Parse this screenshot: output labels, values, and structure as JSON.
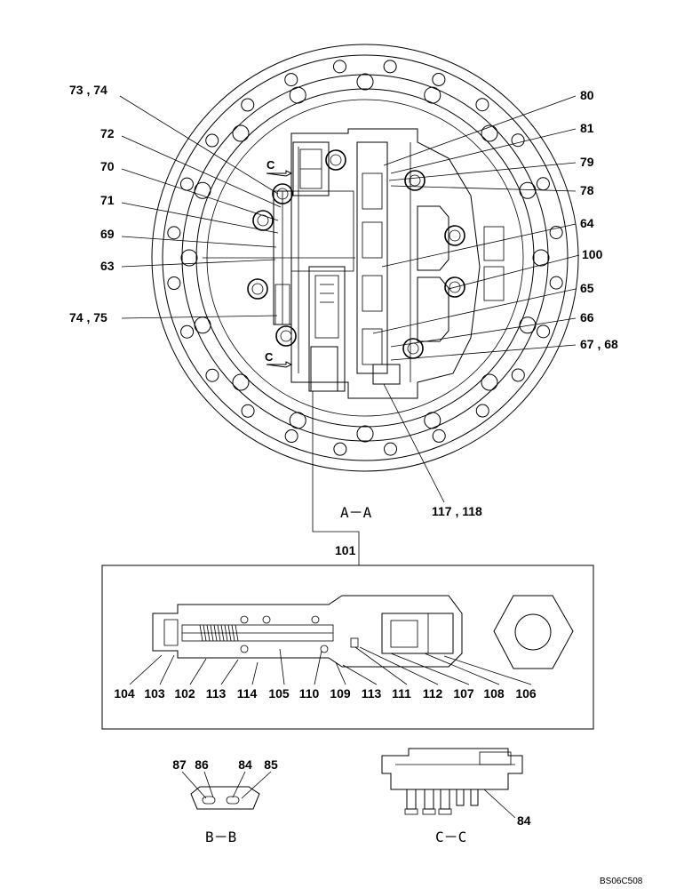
{
  "drawing_code": "BS06C508",
  "sections": {
    "aa": "A－A",
    "bb": "B－B",
    "cc": "C－C",
    "c_mark": "C"
  },
  "callouts": {
    "c73_74": "73 , 74",
    "c72": "72",
    "c70": "70",
    "c71": "71",
    "c69": "69",
    "c63": "63",
    "c74_75": "74 , 75",
    "c80": "80",
    "c81": "81",
    "c79": "79",
    "c78": "78",
    "c64": "64",
    "c100": "100",
    "c65": "65",
    "c66": "66",
    "c67_68": "67 , 68",
    "c117_118": "117 , 118",
    "c101": "101",
    "detail_row": [
      "104",
      "103",
      "102",
      "113",
      "114",
      "105",
      "110",
      "109",
      "113",
      "111",
      "112",
      "107",
      "108",
      "106"
    ],
    "bb_row": [
      "87",
      "86",
      "84",
      "85"
    ],
    "c84": "84"
  }
}
